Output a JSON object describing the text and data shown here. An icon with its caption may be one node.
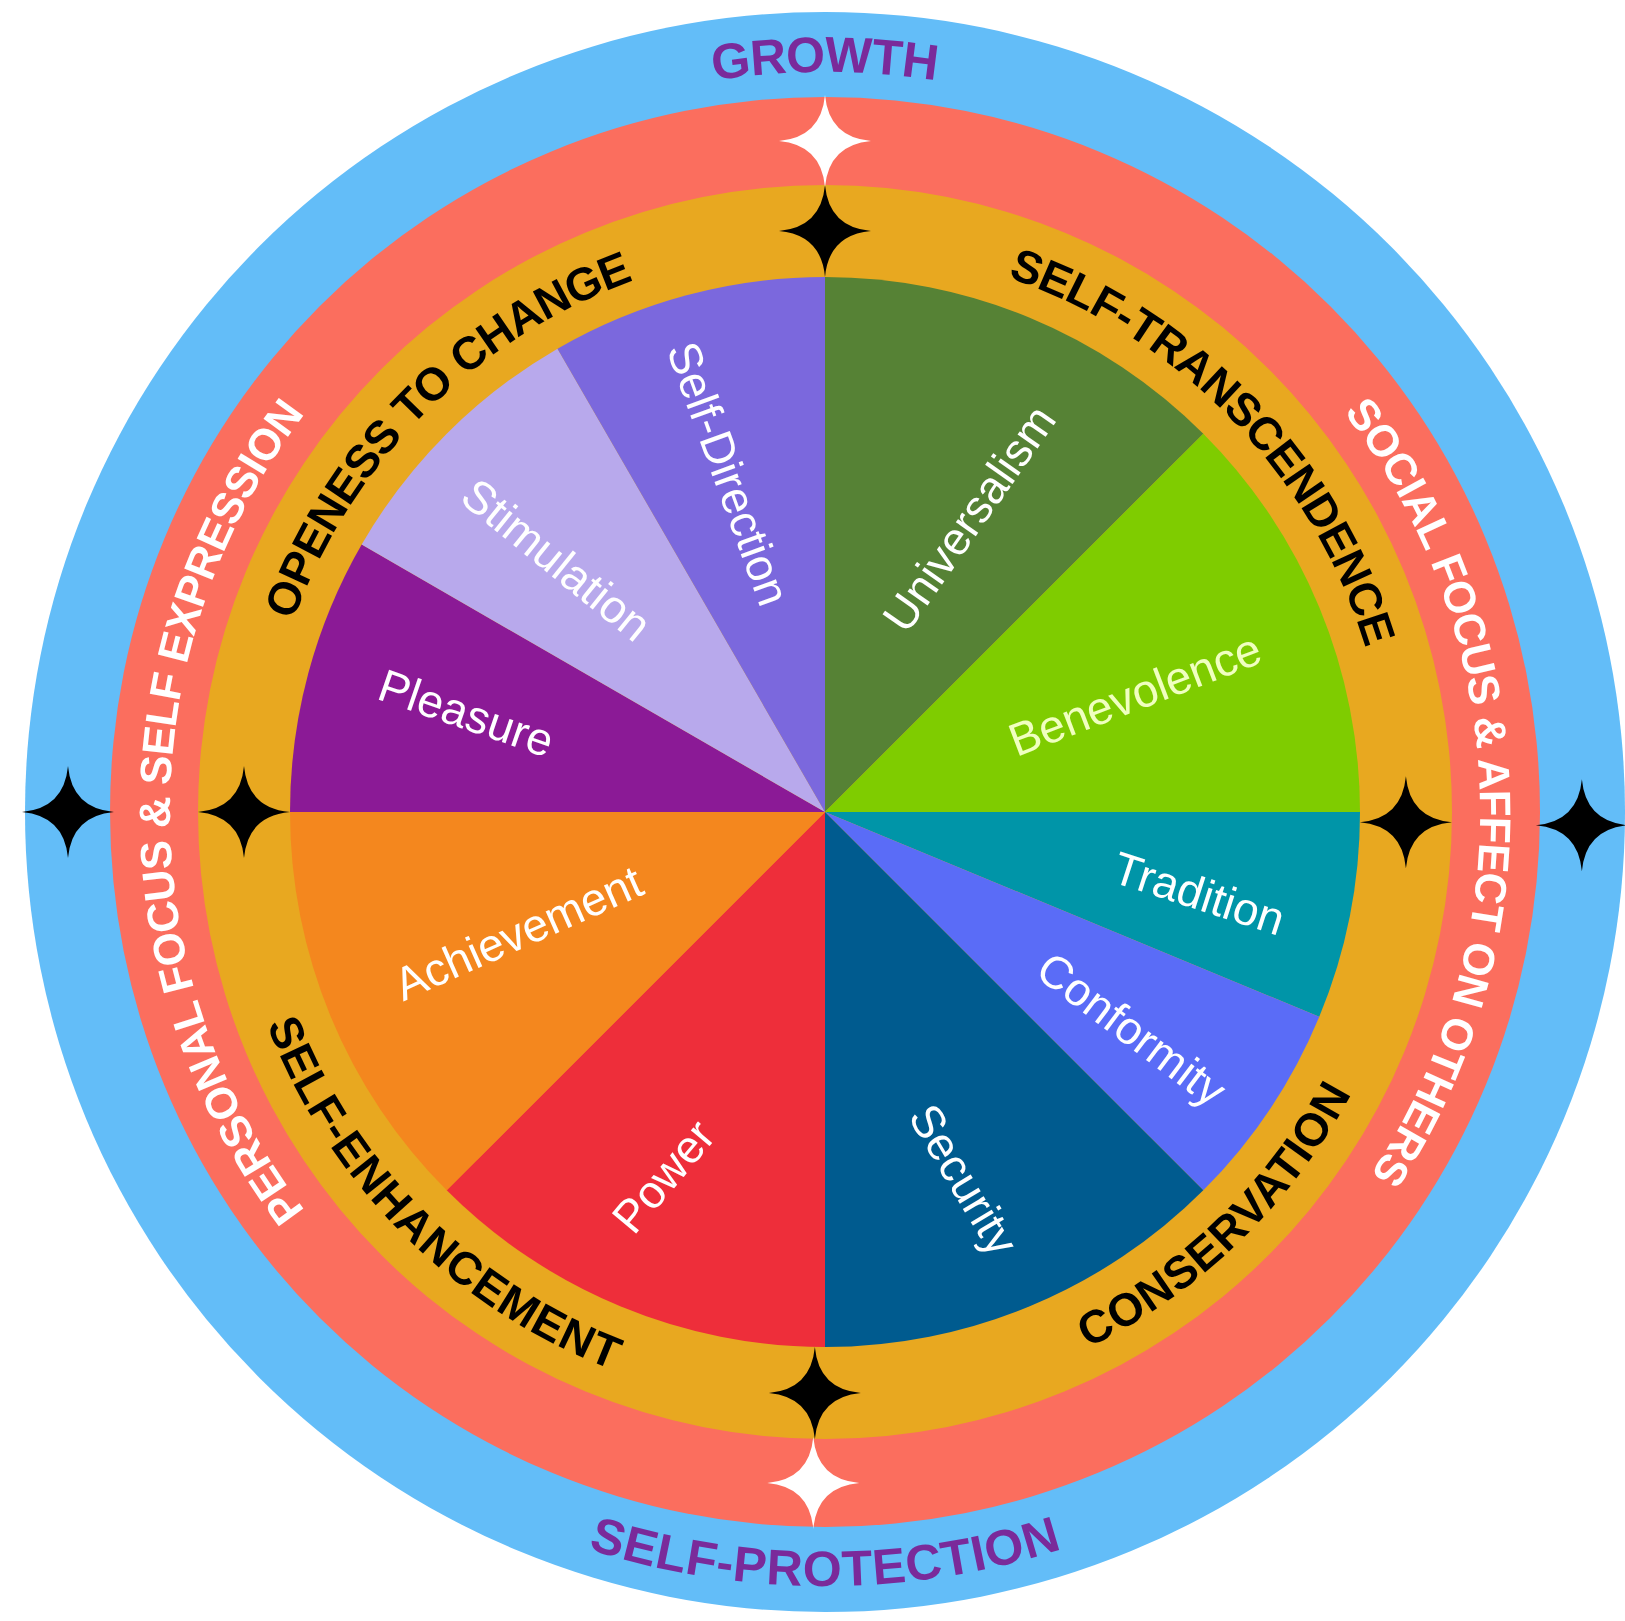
{
  "diagram": {
    "nodes": [
      {
        "text": [
          "Universalism"
        ]
      },
      {
        "text": [
          "Benevolence"
        ]
      },
      {
        "text": [
          "Tradition"
        ]
      },
      {
        "text": [
          "Conformity"
        ]
      },
      {
        "text": [
          "Security"
        ]
      },
      {
        "text": [
          "Power"
        ]
      },
      {
        "text": [
          "Achievement"
        ]
      },
      {
        "text": [
          "Pleasure"
        ]
      },
      {
        "text": [
          "Stimulation"
        ]
      },
      {
        "text": [
          "Self-Direction"
        ]
      }
    ],
    "edges": [],
    "labels": [
      "GROWTH",
      "OPENESS TO CHANGE",
      "SELF-TRANSCENDENCE",
      "PERSONAL FOCUS & SELF EXPRESSION",
      "SOCIAL FOCUS & AFFECT ON OTHERS",
      "SELF-ENHANCEMENT",
      "CONSERVATION",
      "SELF-PROTECTION"
    ]
  }
}
